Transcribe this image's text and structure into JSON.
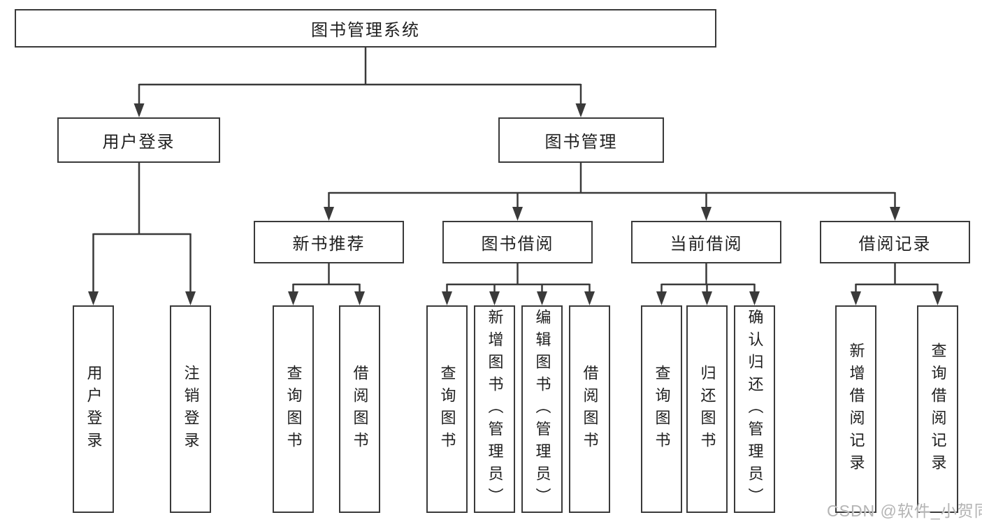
{
  "colors": {
    "line": "#3a3a3a",
    "text": "#1f1f1f",
    "background": "#ffffff",
    "watermark": "#b4b4b4"
  },
  "tree": {
    "root": "图书管理系统",
    "branches": [
      {
        "label": "用户登录",
        "leaves": [
          "用户登录",
          "注销登录"
        ]
      },
      {
        "label": "图书管理",
        "modules": [
          {
            "label": "新书推荐",
            "leaves": [
              "查询图书",
              "借阅图书"
            ]
          },
          {
            "label": "图书借阅",
            "leaves": [
              "查询图书",
              "新增图书（管理员）",
              "编辑图书（管理员）",
              "借阅图书"
            ]
          },
          {
            "label": "当前借阅",
            "leaves": [
              "查询图书",
              "归还图书",
              "确认归还（管理员）"
            ]
          },
          {
            "label": "借阅记录",
            "leaves": [
              "新增借阅记录",
              "查询借阅记录"
            ]
          }
        ]
      }
    ]
  },
  "watermark": "CSDN @软件_小贺同学"
}
